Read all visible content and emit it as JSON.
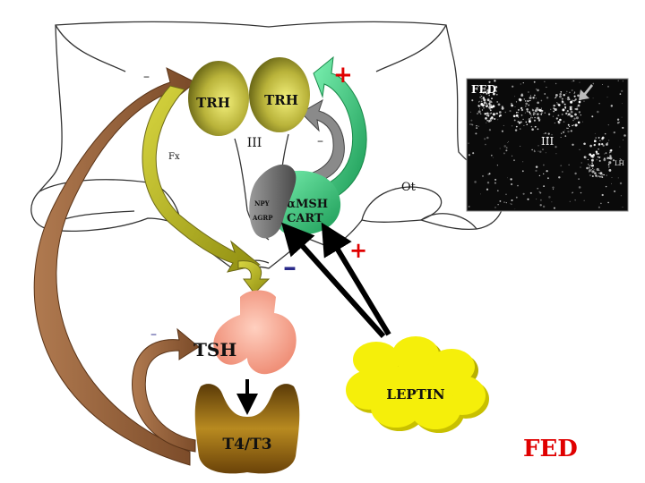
{
  "labels": {
    "trh_left": "TRH",
    "trh_right": "TRH",
    "third_ventricle": "III",
    "fornix": "Fx",
    "optic_tract": "Ot",
    "npy": "NPY",
    "agrp": "AGRP",
    "amsh": "αMSH",
    "cart": "CART",
    "tsh": "TSH",
    "t4t3": "T4/T3",
    "leptin": "LEPTIN",
    "fed_caption": "FED"
  },
  "signs": {
    "minus_trh": "–",
    "minus_inner": "–",
    "minus_tsh": "–",
    "minus_leptin": "–",
    "plus_top": "+",
    "plus_leptin": "+"
  },
  "micrograph": {
    "label": "FED",
    "ventricle": "III",
    "corner": "LH"
  },
  "colors": {
    "trh": "#9e9a2a",
    "olive_arrow": "#b8b61c",
    "green_arrow": "#3fd98a",
    "brown_arrow": "#8a5a36",
    "gray_cell": "#6e6e6e",
    "green_cell": "#2fb56a",
    "pituitary": "#f4a08a",
    "thyroid": "#8a5a10",
    "leptin": "#f5ef0a",
    "fed_red": "#e00000",
    "minus_blue": "#2a2a8a"
  }
}
